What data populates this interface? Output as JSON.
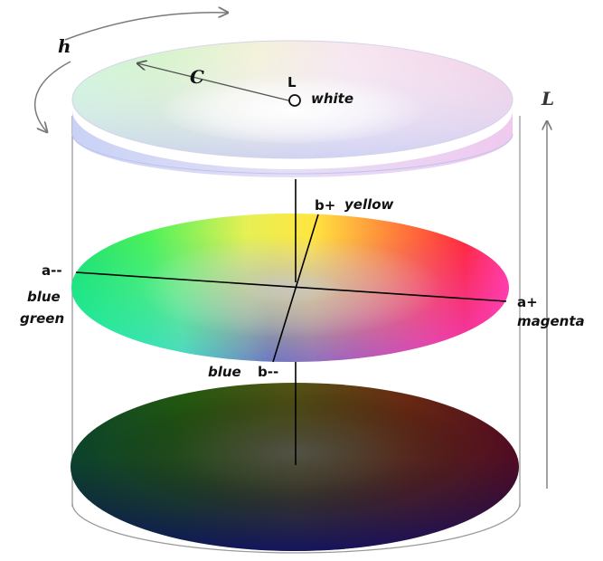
{
  "diagram": {
    "labels": {
      "hue": "h",
      "chroma": "C",
      "lightness_top": "L",
      "white": "white",
      "lightness_axis": "L",
      "b_plus": "b+",
      "yellow": "yellow",
      "a_minus": "a--",
      "blue_green_1": "blue",
      "blue_green_2": "green",
      "a_plus": "a+",
      "magenta": "magenta",
      "blue": "blue",
      "b_minus": "b--"
    },
    "colors": {
      "outline": "#8a8a8a",
      "axis_line": "#000000",
      "arrow": "#7a7a7a",
      "top_disk_rim": "#e9c9ee"
    }
  }
}
